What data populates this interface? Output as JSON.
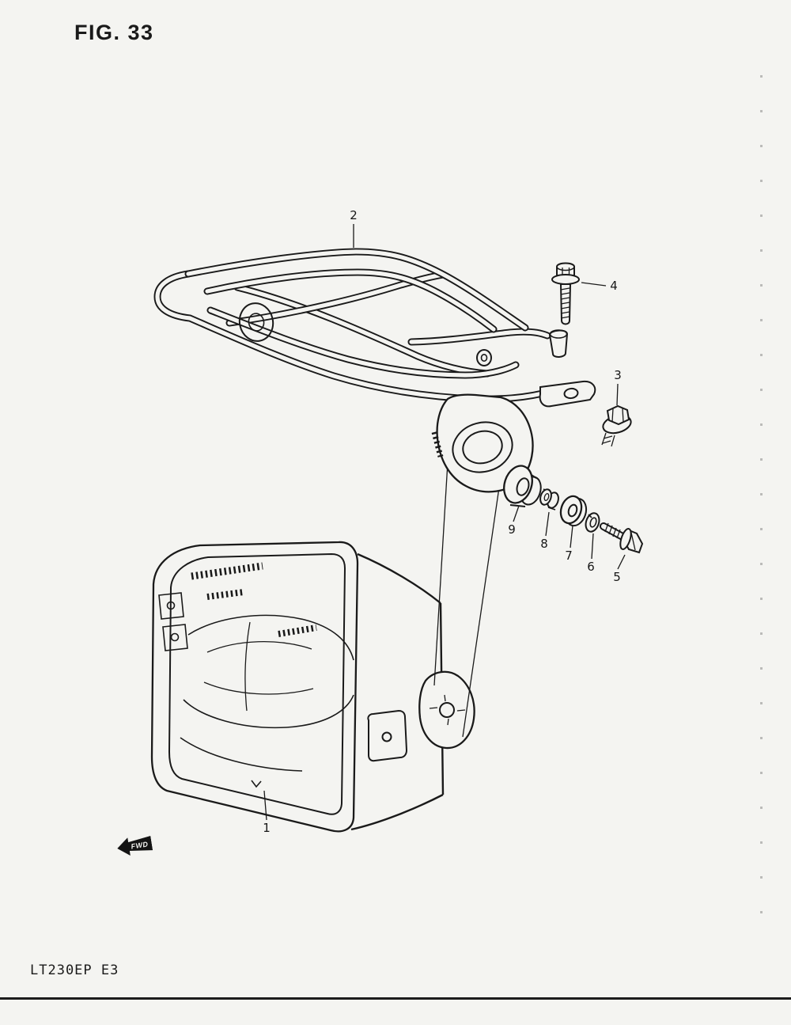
{
  "figure": {
    "title": "FIG. 33",
    "model": "LT230EP E3",
    "fwd": "FWD"
  },
  "callouts": [
    "2",
    "4",
    "3",
    "9",
    "8",
    "7",
    "6",
    "5",
    "1"
  ],
  "colors": {
    "ink": "#1a1a1a",
    "paper": "#f4f4f1"
  }
}
